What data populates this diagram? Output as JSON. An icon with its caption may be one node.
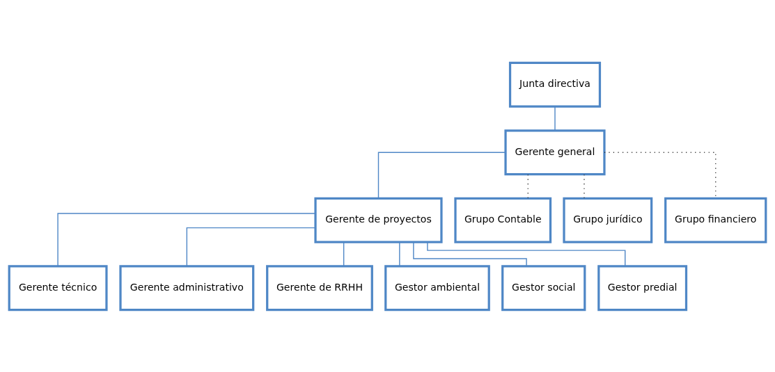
{
  "diagram": {
    "nodes": [
      {
        "text": [
          "Junta directiva"
        ]
      },
      {
        "text": [
          "Gerente general"
        ]
      },
      {
        "text": [
          "Gerente de proyectos"
        ]
      },
      {
        "text": [
          "Grupo Contable"
        ]
      },
      {
        "text": [
          "Grupo jurídico"
        ]
      },
      {
        "text": [
          "Grupo financiero"
        ]
      },
      {
        "text": [
          "Gerente técnico"
        ]
      },
      {
        "text": [
          "Gerente administrativo"
        ]
      },
      {
        "text": [
          "Gerente de RRHH"
        ]
      },
      {
        "text": [
          "Gestor ambiental"
        ]
      },
      {
        "text": [
          "Gestor social"
        ]
      },
      {
        "text": [
          "Gestor predial"
        ]
      }
    ],
    "edges": [
      {
        "from": 0,
        "to": 1,
        "arrow": "none"
      },
      {
        "from": 1,
        "to": 2,
        "arrow": "none"
      },
      {
        "from": 1,
        "to": 3,
        "arrow": "none",
        "style": "dashed",
        "color": "#222222"
      },
      {
        "from": 1,
        "to": 4,
        "arrow": "none",
        "style": "dashed",
        "color": "#222222"
      },
      {
        "from": 1,
        "to": 5,
        "arrow": "none",
        "style": "dashed",
        "color": "#222222"
      },
      {
        "from": 2,
        "to": 6,
        "arrow": "none"
      },
      {
        "from": 2,
        "to": 7,
        "arrow": "none"
      },
      {
        "from": 2,
        "to": 8,
        "arrow": "none"
      },
      {
        "from": 2,
        "to": 9,
        "arrow": "none"
      },
      {
        "from": 2,
        "to": 10,
        "arrow": "none"
      },
      {
        "from": 2,
        "to": 11,
        "arrow": "none"
      }
    ]
  }
}
